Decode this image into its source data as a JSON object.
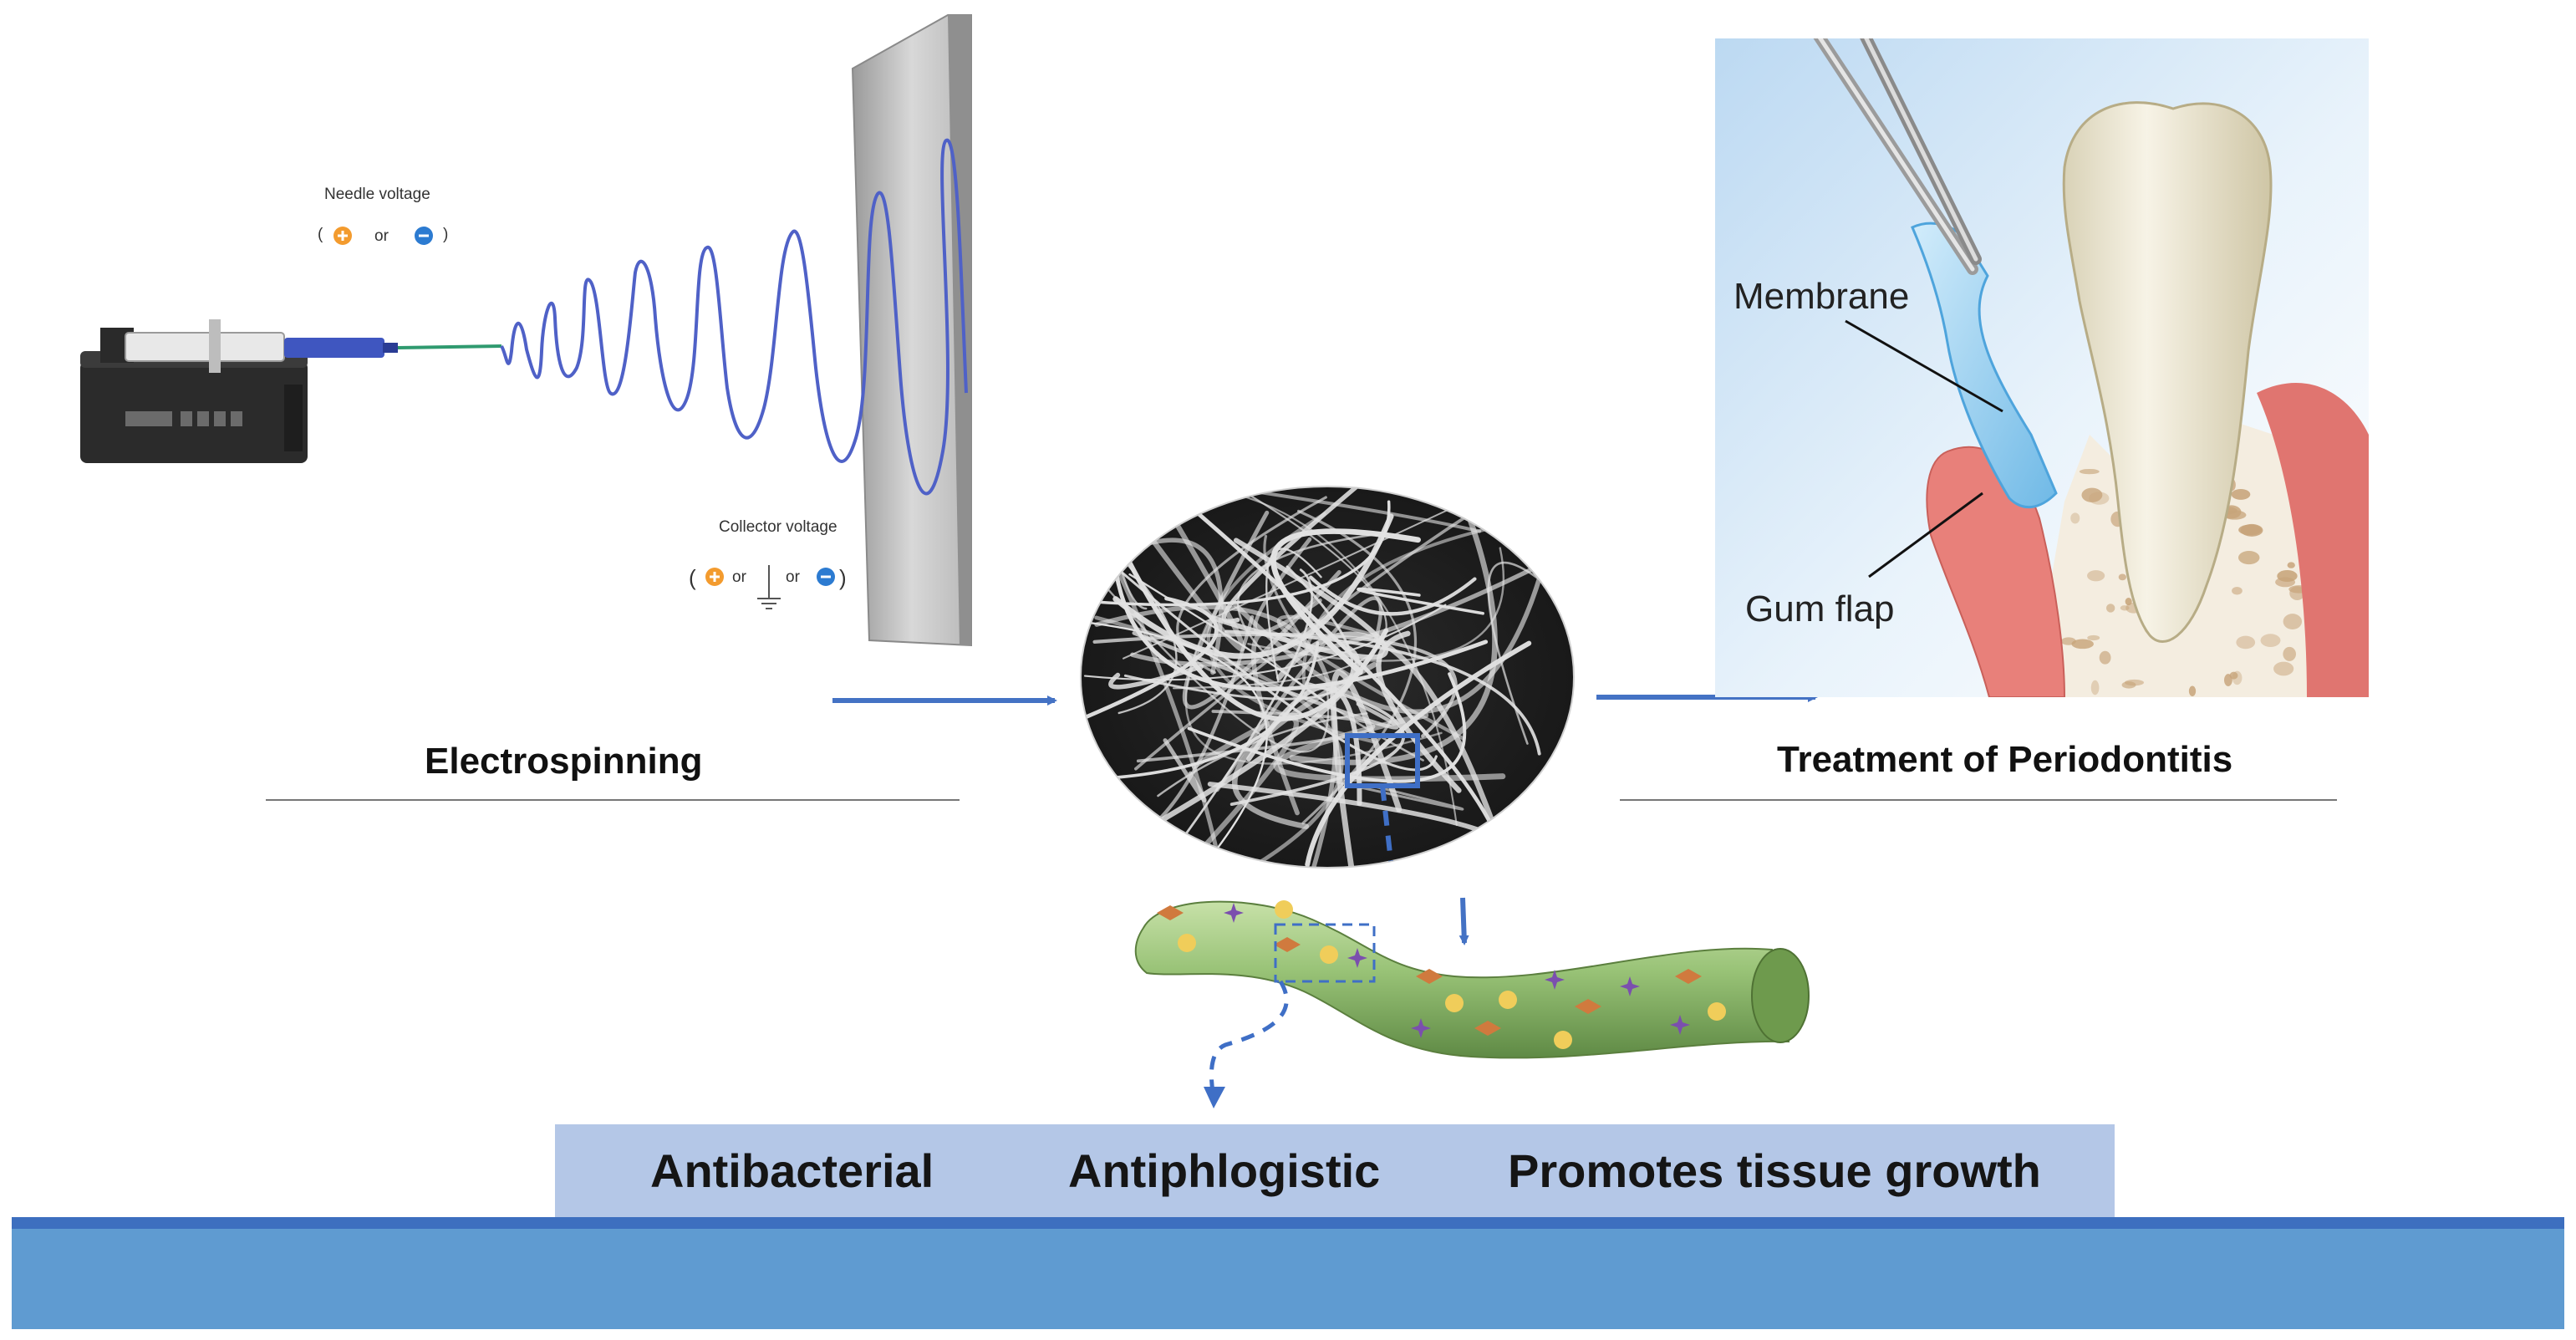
{
  "electrospinning": {
    "needle_voltage_label": "Needle voltage",
    "collector_voltage_label": "Collector voltage",
    "or_text": "or",
    "title": "Electrospinning"
  },
  "treatment": {
    "title": "Treatment of Periodontitis",
    "membrane_label": "Membrane",
    "gum_flap_label": "Gum flap"
  },
  "legend": {
    "items": [
      {
        "label": "Antibacterial",
        "symbol": "star",
        "color": "#7b4fae"
      },
      {
        "label": "Antiphlogistic",
        "symbol": "diamond",
        "color": "#d07a3e"
      },
      {
        "label": "Promotes tissue growth",
        "symbol": "circle",
        "color": "#f0cd5a"
      }
    ]
  },
  "colors": {
    "accent_blue": "#4472c4",
    "legend_background": "#b4c7e7",
    "footer_band": "#5f9bd1",
    "fiber_green": "#8cb46a",
    "gum_red": "#e0706a",
    "membrane_blue": "#9fd4f2"
  }
}
